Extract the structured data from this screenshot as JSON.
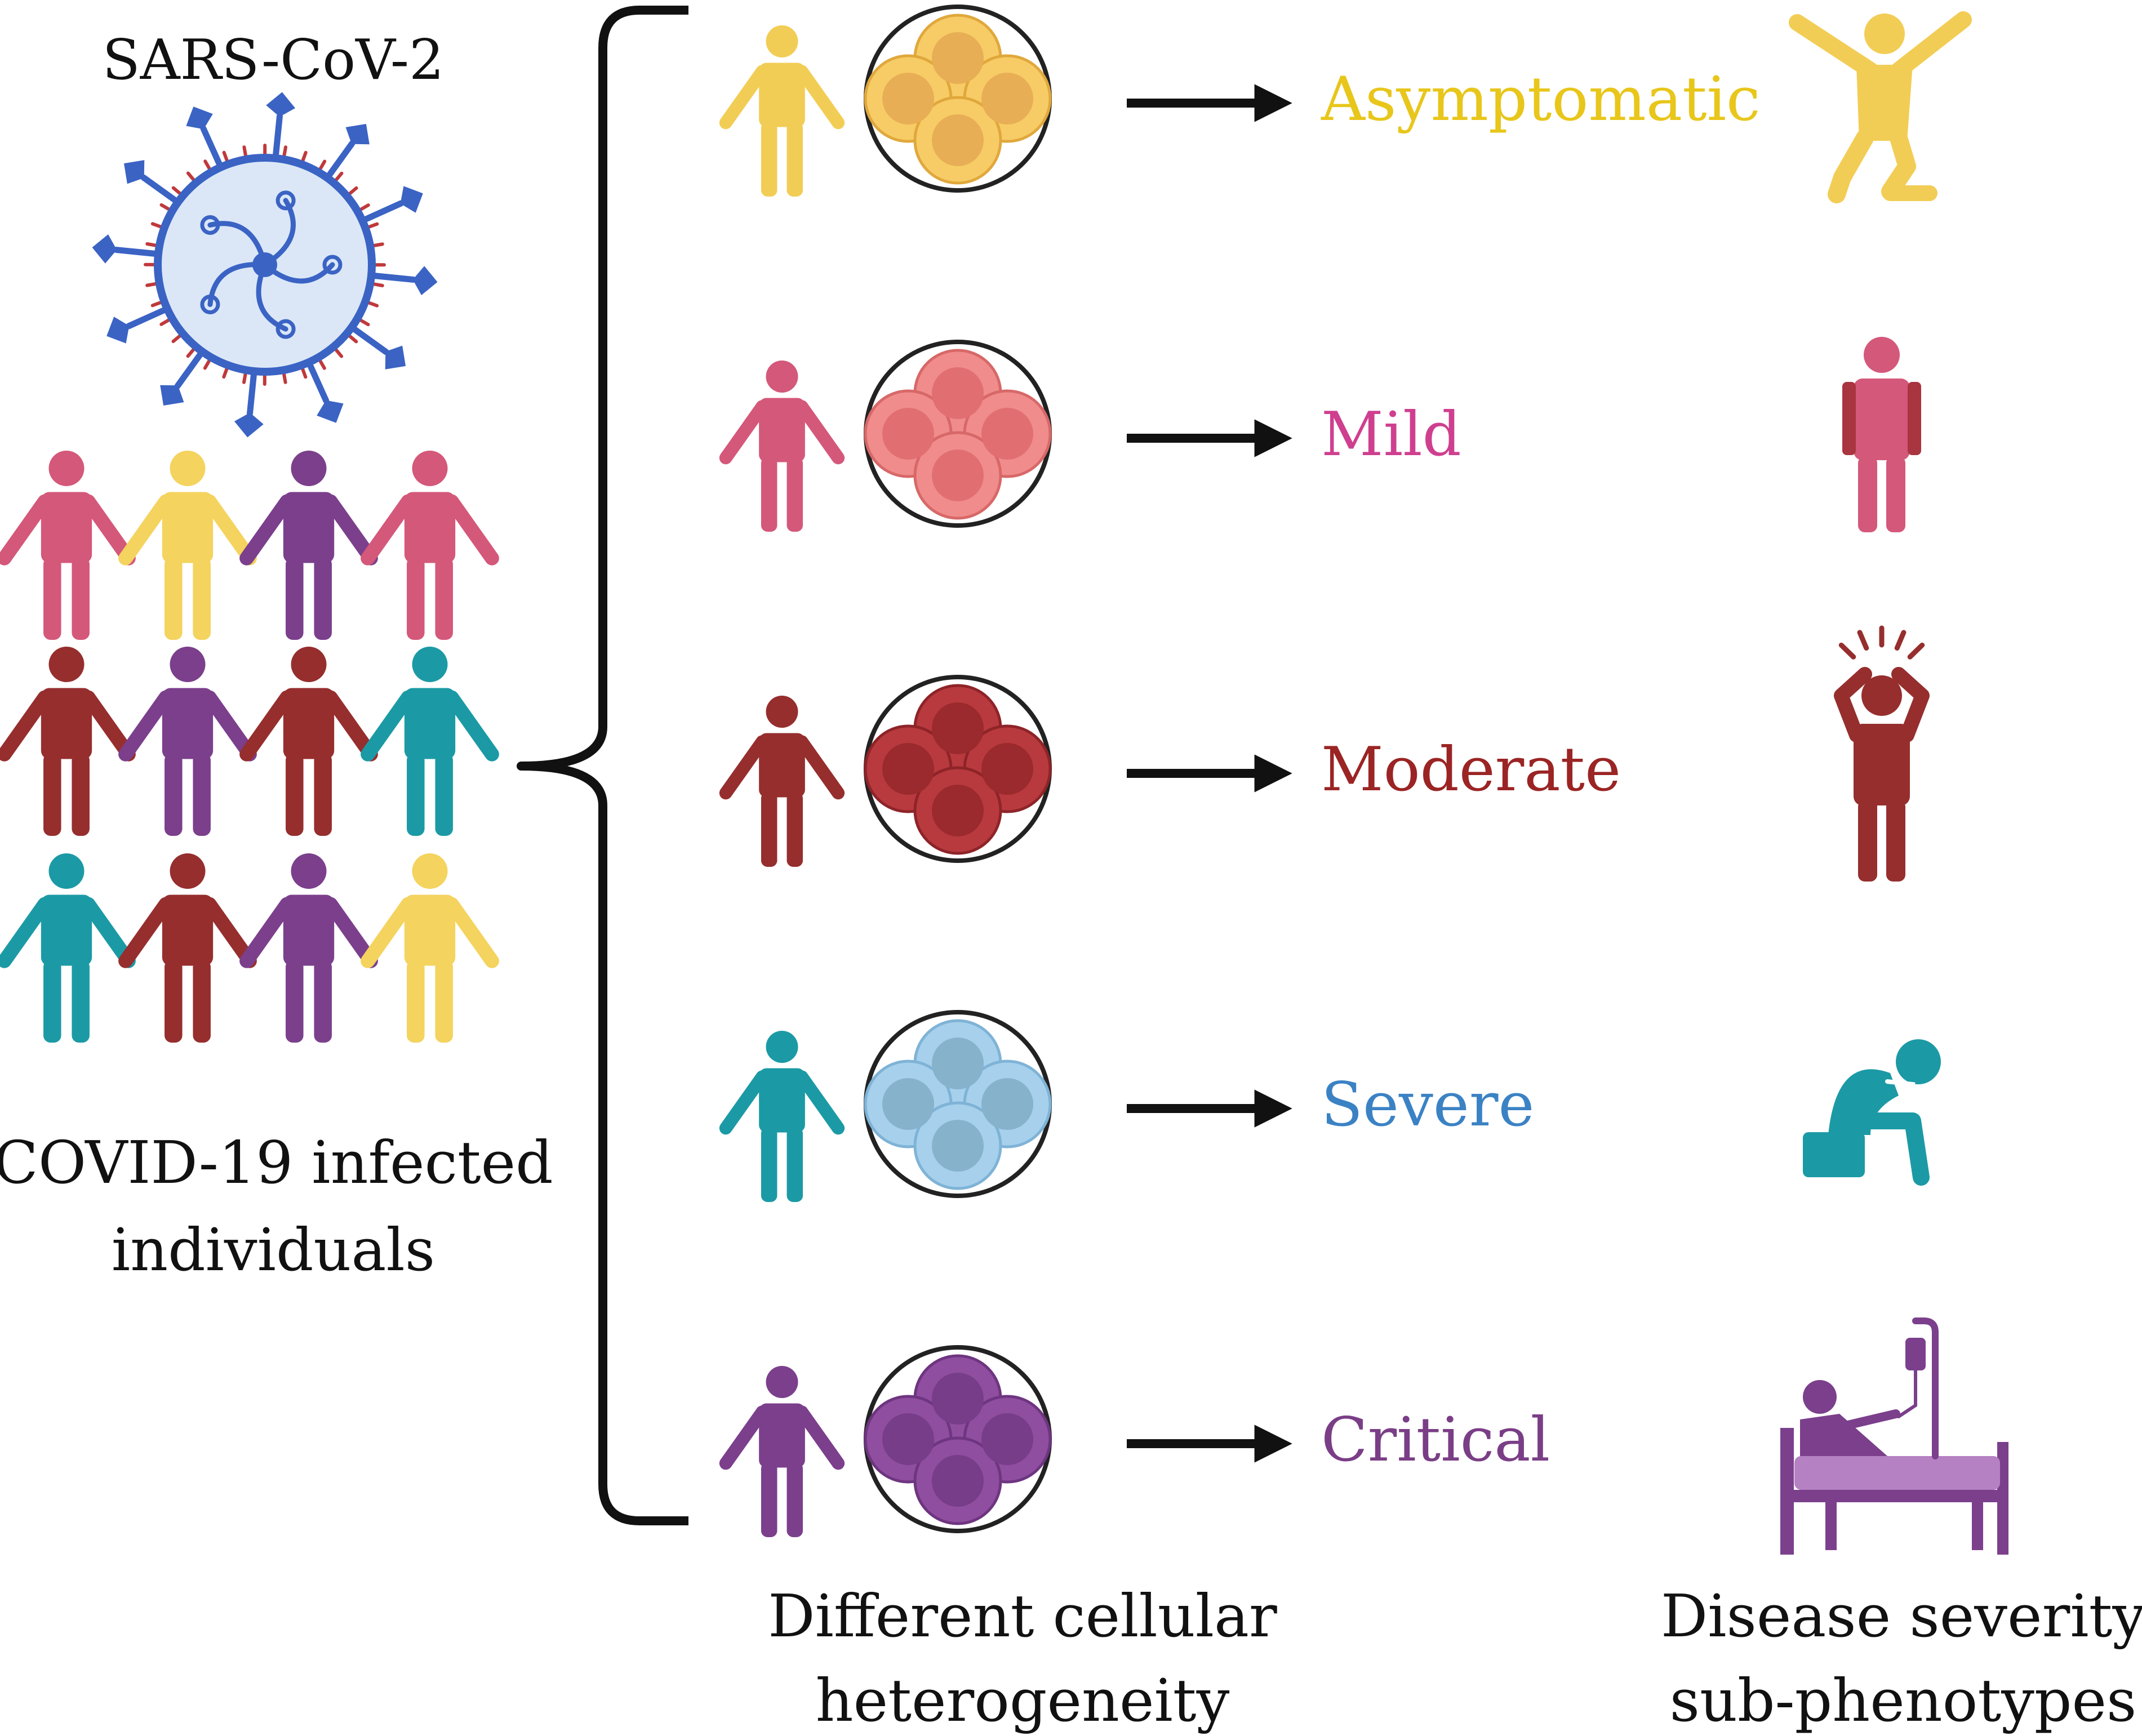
{
  "virus_label": "SARS-CoV-2",
  "population_label": [
    "COVID-19 infected",
    "individuals"
  ],
  "cellular_label": [
    "Different cellular",
    "heterogeneity"
  ],
  "severity_label": [
    "Disease severity",
    "sub-phenotypes"
  ],
  "colors": {
    "pink": "#d4587a",
    "yellow": "#f4d35e",
    "purple": "#7b3f8c",
    "darkred": "#962e2e",
    "teal": "#1b9aa5",
    "virus_blue": "#3a63c4",
    "virus_spike_red": "#c0393b"
  },
  "population_grid": [
    [
      "pink",
      "yellow",
      "purple",
      "pink"
    ],
    [
      "darkred",
      "purple",
      "darkred",
      "teal"
    ],
    [
      "teal",
      "darkred",
      "purple",
      "yellow"
    ]
  ],
  "rows": [
    {
      "severity": "Asymptomatic",
      "label_color": "#e8c61a",
      "person_color": "#f2cd55",
      "cell_fill": "#f7cc66",
      "cell_edge": "#e0a83c",
      "nucleus": "#e8ae55",
      "pose": "jumping-person-icon"
    },
    {
      "severity": "Mild",
      "label_color": "#cf3f8f",
      "person_color": "#d4587a",
      "cell_fill": "#f08c8c",
      "cell_edge": "#d86868",
      "nucleus": "#e16f72",
      "pose": "standing-person-icon"
    },
    {
      "severity": "Moderate",
      "label_color": "#9b2424",
      "person_color": "#962e2e",
      "cell_fill": "#b83a3e",
      "cell_edge": "#8e2428",
      "nucleus": "#9a2a2d",
      "pose": "headache-person-icon"
    },
    {
      "severity": "Severe",
      "label_color": "#3b82c4",
      "person_color": "#1b9aa5",
      "cell_fill": "#a6d0ec",
      "cell_edge": "#7fb3d6",
      "nucleus": "#86b2cc",
      "pose": "sitting-person-icon"
    },
    {
      "severity": "Critical",
      "label_color": "#7a3e86",
      "person_color": "#7b3f8c",
      "cell_fill": "#8f4ea0",
      "cell_edge": "#6e3580",
      "nucleus": "#773d88",
      "pose": "hospital-bed-icon"
    }
  ]
}
